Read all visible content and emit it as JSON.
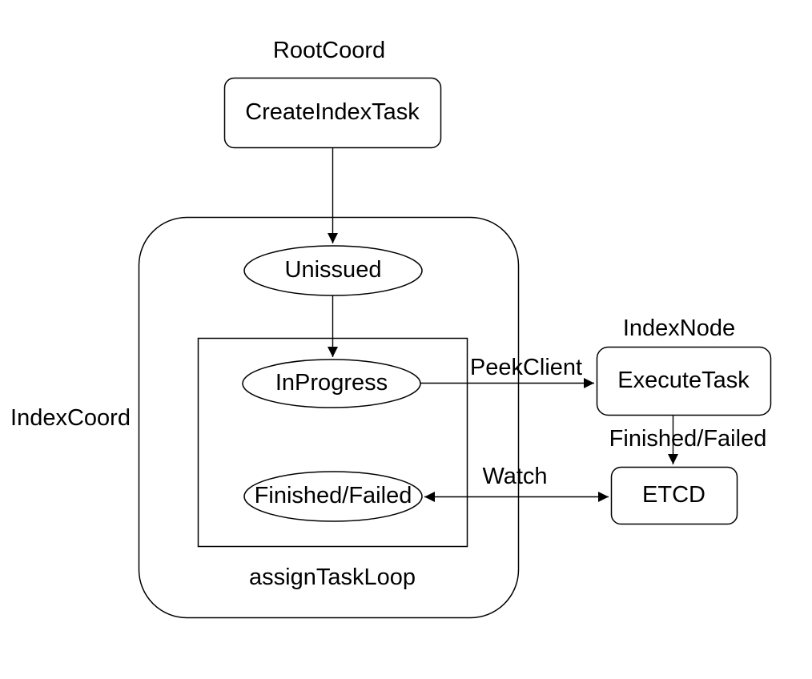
{
  "colors": {
    "background": "#ffffff",
    "stroke": "#000000",
    "text": "#000000"
  },
  "groups": {
    "root_coord": {
      "label": "RootCoord"
    },
    "index_coord": {
      "label": "IndexCoord"
    },
    "assign_task_loop": {
      "label": "assignTaskLoop"
    },
    "index_node": {
      "label": "IndexNode"
    }
  },
  "nodes": {
    "create_index_task": {
      "label": "CreateIndexTask",
      "shape": "rounded-rect"
    },
    "unissued": {
      "label": "Unissued",
      "shape": "ellipse"
    },
    "in_progress": {
      "label": "InProgress",
      "shape": "ellipse"
    },
    "finished_failed": {
      "label": "Finished/Failed",
      "shape": "ellipse"
    },
    "execute_task": {
      "label": "ExecuteTask",
      "shape": "rounded-rect"
    },
    "etcd": {
      "label": "ETCD",
      "shape": "rounded-rect"
    }
  },
  "edges": [
    {
      "from": "create_index_task",
      "to": "unissued",
      "label": "",
      "bidirectional": false
    },
    {
      "from": "unissued",
      "to": "in_progress",
      "label": "",
      "bidirectional": false
    },
    {
      "from": "in_progress",
      "to": "execute_task",
      "label": "PeekClient",
      "bidirectional": false
    },
    {
      "from": "execute_task",
      "to": "etcd",
      "label": "Finished/Failed",
      "bidirectional": false
    },
    {
      "from": "etcd",
      "to": "finished_failed",
      "label": "Watch",
      "bidirectional": true
    }
  ]
}
